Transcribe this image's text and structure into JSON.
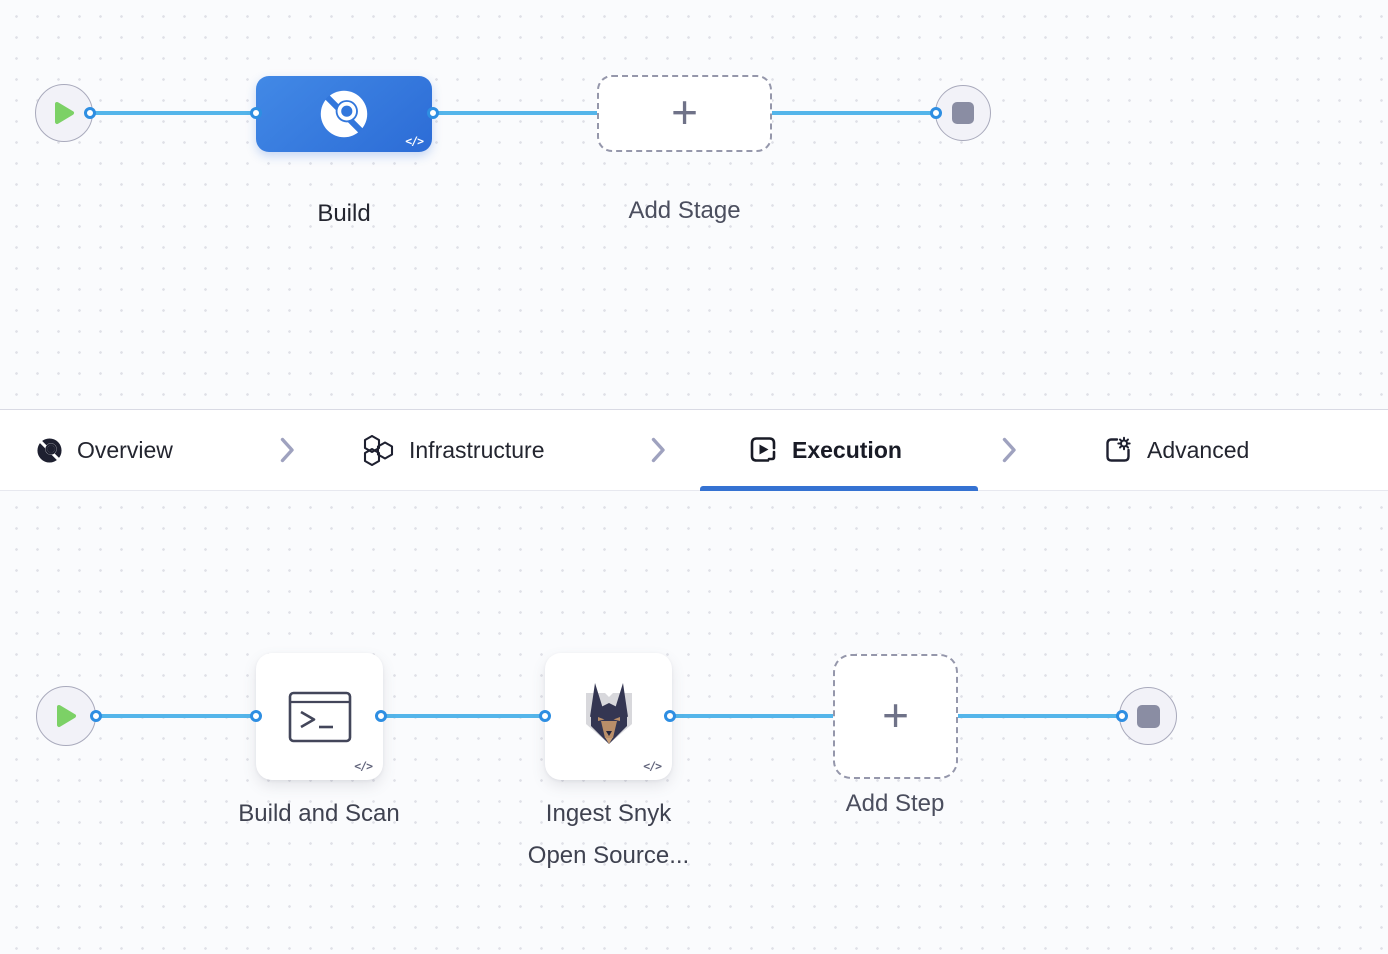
{
  "colors": {
    "canvas_bg": "#fafbfd",
    "dot": "#dfe0e7",
    "line_blue": "#54b5ea",
    "port_ring": "#2e8ee2",
    "stage_blue_start": "#4289e6",
    "stage_blue_end": "#2c6cd6",
    "tab_underline": "#3572d2",
    "node_fill": "#f2f2f8",
    "node_border": "#a9aabc",
    "play_green": "#7cd166",
    "stop_gray": "#8a8da3",
    "dash_border": "#9597ab",
    "icon_dark": "#1e2030"
  },
  "top_graph": {
    "stage_label": "Build",
    "stage_icon": "ci-module-icon",
    "code_badge": "</>",
    "add_stage_label": "Add Stage",
    "plus": "+"
  },
  "tabs": [
    {
      "label": "Overview",
      "icon": "ci-overview-icon",
      "active": false
    },
    {
      "label": "Infrastructure",
      "icon": "hexagons-icon",
      "active": false
    },
    {
      "label": "Execution",
      "icon": "play-box-icon",
      "active": true
    },
    {
      "label": "Advanced",
      "icon": "gear-page-icon",
      "active": false
    }
  ],
  "bottom_graph": {
    "steps": [
      {
        "label": "Build and Scan",
        "icon": "terminal-icon",
        "code_badge": "</>"
      },
      {
        "label_line1": "Ingest Snyk",
        "label_line2": "Open Source...",
        "icon": "snyk-dog-icon",
        "code_badge": "</>"
      }
    ],
    "add_step_label": "Add Step",
    "plus": "+"
  }
}
